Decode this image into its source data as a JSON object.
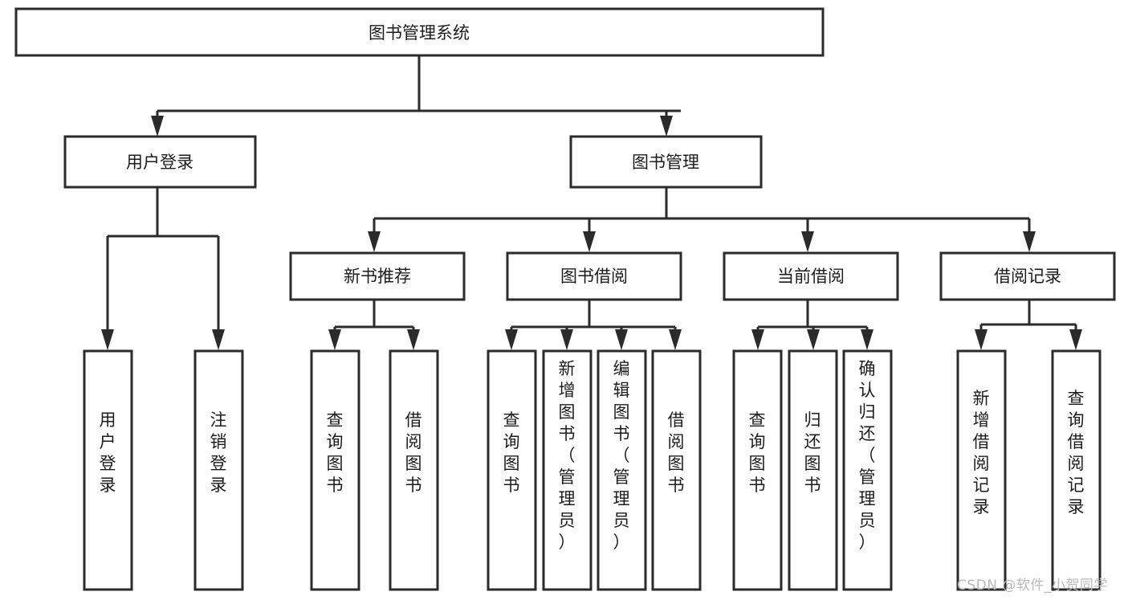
{
  "diagram": {
    "title": "图书管理系统",
    "watermark": "CSDN @软件_小贺同学",
    "colors": {
      "stroke": "#2b2b2b",
      "box_fill": "#ffffff",
      "text": "#1c1c1c",
      "watermark": "#b9b9b9",
      "background": "#ffffff"
    },
    "root": {
      "label": "图书管理系统"
    },
    "level1": [
      {
        "label": "用户登录"
      },
      {
        "label": "图书管理"
      }
    ],
    "level2": [
      {
        "label": "新书推荐"
      },
      {
        "label": "图书借阅"
      },
      {
        "label": "当前借阅"
      },
      {
        "label": "借阅记录"
      }
    ],
    "leaves": {
      "user_login": [
        {
          "label": "用户登录"
        },
        {
          "label": "注销登录"
        }
      ],
      "new_book": [
        {
          "label": "查询图书"
        },
        {
          "label": "借阅图书"
        }
      ],
      "book_borrow": [
        {
          "label": "查询图书"
        },
        {
          "label": "新增图书（管理员）"
        },
        {
          "label": "编辑图书（管理员）"
        },
        {
          "label": "借阅图书"
        }
      ],
      "current_borrow": [
        {
          "label": "查询图书"
        },
        {
          "label": "归还图书"
        },
        {
          "label": "确认归还（管理员）"
        }
      ],
      "borrow_record": [
        {
          "label": "新增借阅记录"
        },
        {
          "label": "查询借阅记录"
        }
      ]
    }
  }
}
